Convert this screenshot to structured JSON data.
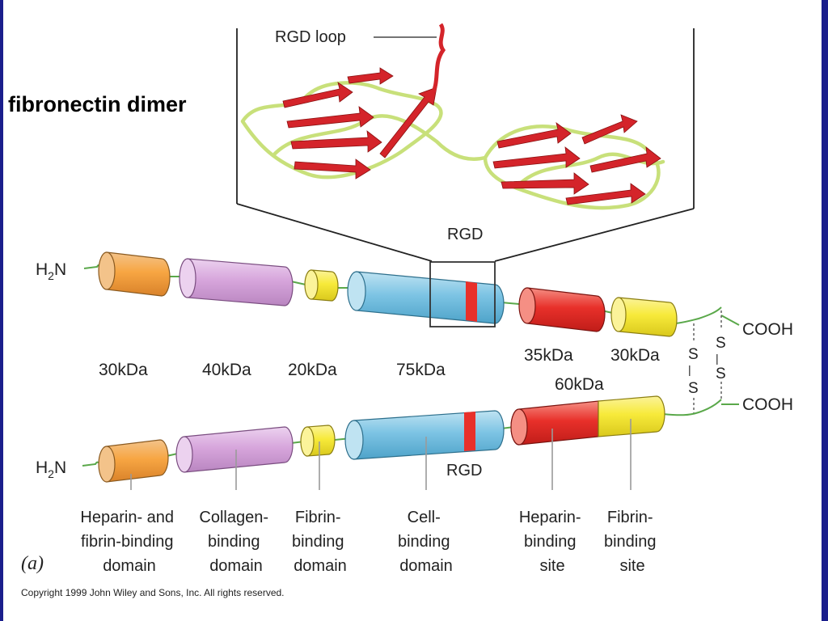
{
  "title": "fibronectin dimer",
  "structure": {
    "rgd_loop_label": "RGD loop"
  },
  "labels": {
    "rgd": "RGD",
    "n_term_top": "H2N",
    "n_term_bottom": "H2N",
    "cooh_top": "COOH",
    "cooh_bottom": "COOH",
    "disulfide": "S"
  },
  "masses": {
    "m30_left": "30kDa",
    "m40": "40kDa",
    "m20": "20kDa",
    "m75": "75kDa",
    "m35": "35kDa",
    "m30_right": "30kDa",
    "m60": "60kDa"
  },
  "domains": [
    {
      "id": "heparin-fibrin",
      "lines": [
        "Heparin- and",
        "fibrin-binding",
        "domain"
      ]
    },
    {
      "id": "collagen",
      "lines": [
        "Collagen-",
        "binding",
        "domain"
      ]
    },
    {
      "id": "fibrin",
      "lines": [
        "Fibrin-",
        "binding",
        "domain"
      ]
    },
    {
      "id": "cell",
      "lines": [
        "Cell-",
        "binding",
        "domain"
      ]
    },
    {
      "id": "heparin-site",
      "lines": [
        "Heparin-",
        "binding",
        "site"
      ]
    },
    {
      "id": "fibrin-site",
      "lines": [
        "Fibrin-",
        "binding",
        "site"
      ]
    }
  ],
  "panel_label": "(a)",
  "copyright": "Copyright 1999 John Wiley and Sons, Inc. All rights reserved.",
  "colors": {
    "frame_blue": "#1a1e8c",
    "orange": "#f7a643",
    "violet": "#d7a6dc",
    "yellow": "#f7ea3a",
    "cyan": "#7dc4e4",
    "red": "#e8302a",
    "linker_green": "#5aa84a",
    "ribbon_red": "#d4242a",
    "coil_green": "#c8e07a"
  }
}
